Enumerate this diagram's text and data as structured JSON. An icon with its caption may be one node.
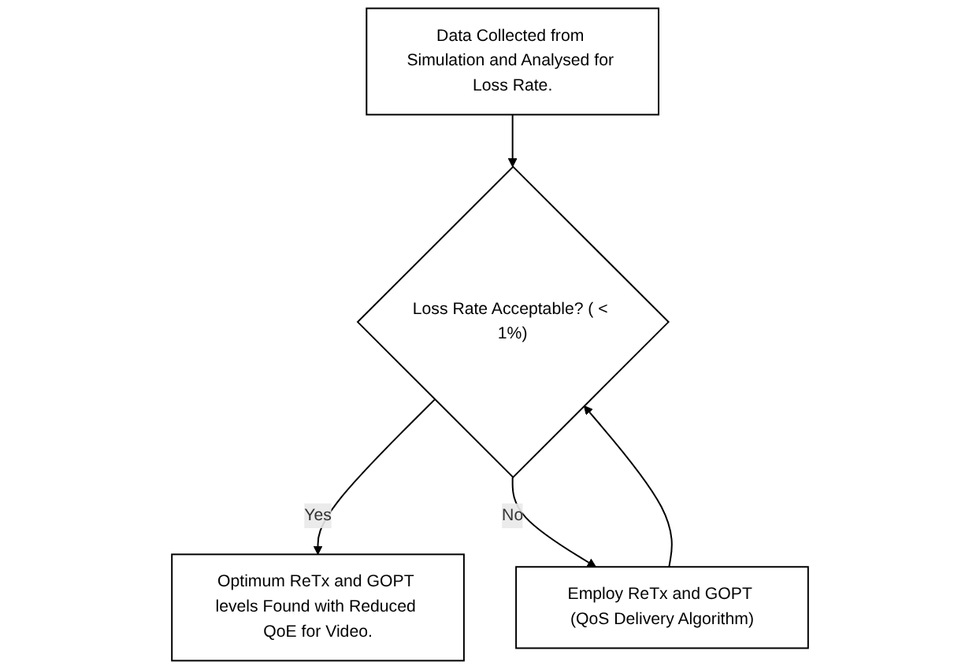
{
  "diagram": {
    "nodes": [
      {
        "text": [
          "Data Collected from Simulation and Analysed for Loss Rate."
        ]
      },
      {
        "text": [
          "Loss Rate Acceptable? ( < 1%)"
        ]
      },
      {
        "text": [
          "Optimum ReTx and GOPT levels Found with Reduced QoE for Video."
        ]
      },
      {
        "text": [
          "Employ ReTx and GOPT (QoS Delivery Algorithm)"
        ]
      }
    ],
    "edges": [
      {
        "from": 0,
        "to": 1,
        "arrow": "to"
      },
      {
        "from": 1,
        "to": 2,
        "arrow": "to",
        "label": "Yes"
      },
      {
        "from": 1,
        "to": 3,
        "arrow": "to",
        "label": "No"
      },
      {
        "from": 3,
        "to": 1,
        "arrow": "to"
      }
    ]
  }
}
